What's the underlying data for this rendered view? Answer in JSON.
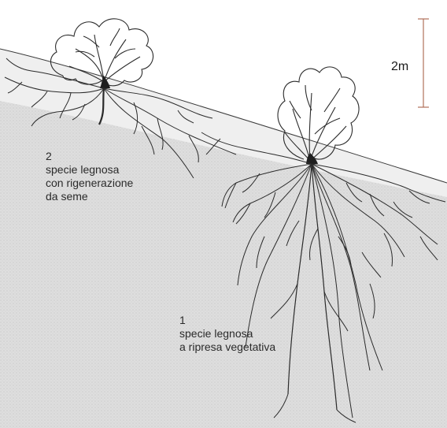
{
  "scale": {
    "label": "2m"
  },
  "annotations": [
    {
      "number": "2",
      "lines": [
        "specie legnosa",
        "con rigenerazione",
        "da seme"
      ]
    },
    {
      "number": "1",
      "lines": [
        "specie legnosa",
        "a ripresa vegetativa"
      ]
    }
  ],
  "colors": {
    "soil_fill": "#dcdcdc",
    "ground_surface": "#f1f1f1",
    "ink": "#2b2b2b"
  }
}
